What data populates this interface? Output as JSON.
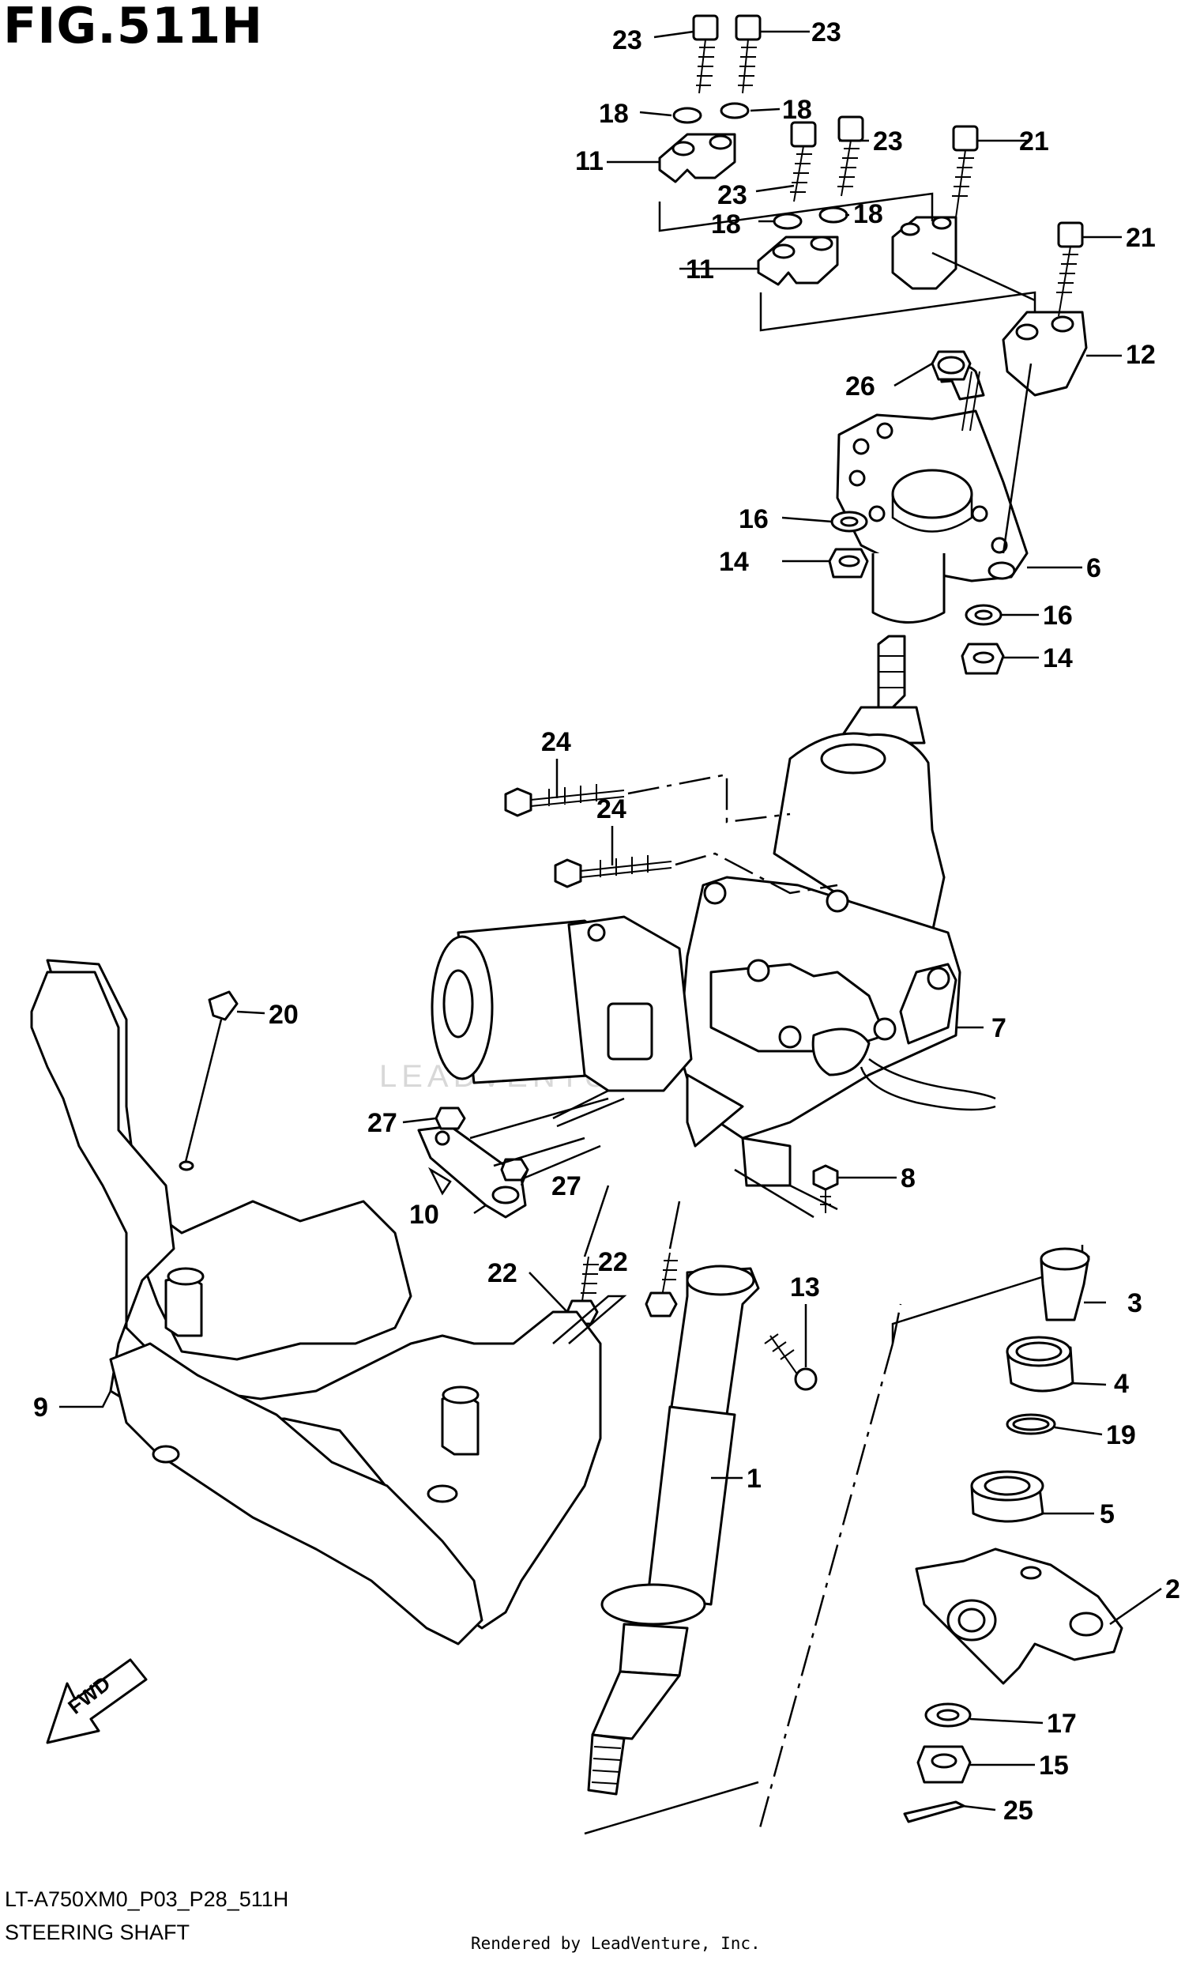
{
  "header": {
    "figure_title": "FIG.511H"
  },
  "footer": {
    "model_code": "LT-A750XM0_P03_P28_511H",
    "section_name": "STEERING SHAFT",
    "credit": "Rendered by LeadVenture, Inc."
  },
  "watermark": "LEADVENTURE",
  "direction_marker": "FWD",
  "callouts": {
    "c23a": "23",
    "c23b": "23",
    "c23c": "23",
    "c23d": "23",
    "c18a": "18",
    "c18b": "18",
    "c18c": "18",
    "c18d": "18",
    "c11a": "11",
    "c11b": "11",
    "c21a": "21",
    "c21b": "21",
    "c12": "12",
    "c26": "26",
    "c6": "6",
    "c16a": "16",
    "c16b": "16",
    "c14a": "14",
    "c14b": "14",
    "c24a": "24",
    "c24b": "24",
    "c7": "7",
    "c20": "20",
    "c27a": "27",
    "c27b": "27",
    "c10": "10",
    "c8": "8",
    "c22a": "22",
    "c22b": "22",
    "c13": "13",
    "c3": "3",
    "c4": "4",
    "c19": "19",
    "c1": "1",
    "c9": "9",
    "c5": "5",
    "c2": "2",
    "c17": "17",
    "c15": "15",
    "c25": "25"
  },
  "colors": {
    "line": "#000000",
    "watermark": "#d8d8d8",
    "background": "#ffffff"
  }
}
